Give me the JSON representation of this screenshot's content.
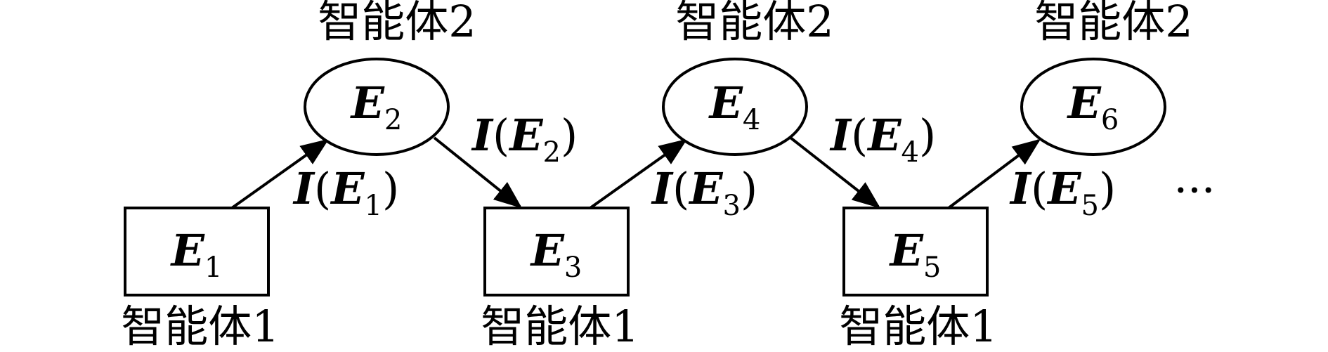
{
  "agent1_label": "智能体1",
  "agent2_label": "智能体2",
  "nodes": [
    {
      "id": "E1",
      "symbol": "E",
      "index": "1",
      "agent_label": "智能体1"
    },
    {
      "id": "E2",
      "symbol": "E",
      "index": "2",
      "agent_label": "智能体2"
    },
    {
      "id": "E3",
      "symbol": "E",
      "index": "3",
      "agent_label": "智能体1"
    },
    {
      "id": "E4",
      "symbol": "E",
      "index": "4",
      "agent_label": "智能体2"
    },
    {
      "id": "E5",
      "symbol": "E",
      "index": "5",
      "agent_label": "智能体1"
    },
    {
      "id": "E6",
      "symbol": "E",
      "index": "6",
      "agent_label": "智能体2"
    }
  ],
  "edges": [
    {
      "from": "E1",
      "to": "E2",
      "func": "I",
      "open": "(",
      "arg": "E",
      "index": "1",
      "close": ")"
    },
    {
      "from": "E2",
      "to": "E3",
      "func": "I",
      "open": "(",
      "arg": "E",
      "index": "2",
      "close": ")"
    },
    {
      "from": "E3",
      "to": "E4",
      "func": "I",
      "open": "(",
      "arg": "E",
      "index": "3",
      "close": ")"
    },
    {
      "from": "E4",
      "to": "E5",
      "func": "I",
      "open": "(",
      "arg": "E",
      "index": "4",
      "close": ")"
    },
    {
      "from": "E5",
      "to": "E6",
      "func": "I",
      "open": "(",
      "arg": "E",
      "index": "5",
      "close": ")"
    }
  ],
  "continuation": "···"
}
